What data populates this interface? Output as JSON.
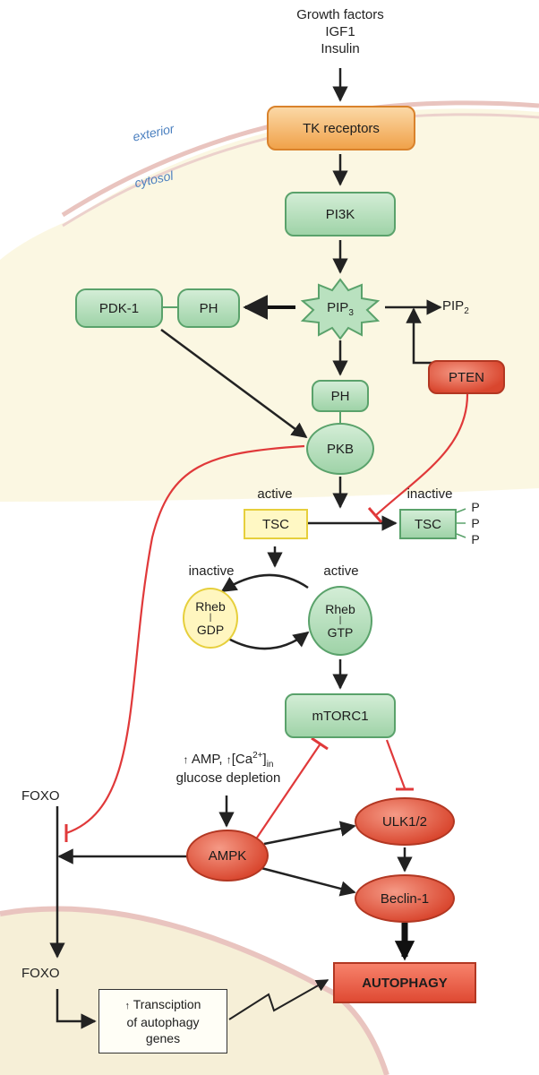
{
  "regions": {
    "exterior": "exterior",
    "cytosol": "cytosol"
  },
  "inputs": {
    "line1": "Growth factors",
    "line2": "IGF1",
    "line3": "Insulin"
  },
  "nodes": {
    "tk_receptors": "TK receptors",
    "pi3k": "PI3K",
    "pdk1": "PDK-1",
    "ph_pdk": "PH",
    "pip3_base": "PIP",
    "pip3_sub": "3",
    "pip2_base": "PIP",
    "pip2_sub": "2",
    "pten": "PTEN",
    "ph_pkb": "PH",
    "pkb": "PKB",
    "tsc_active": "TSC",
    "tsc_inactive": "TSC",
    "rheb_gdp_top": "Rheb",
    "rheb_gdp_bottom": "GDP",
    "rheb_gtp_top": "Rheb",
    "rheb_gtp_bottom": "GTP",
    "mtorc1": "mTORC1",
    "ulk": "ULK1/2",
    "beclin": "Beclin-1",
    "ampk": "AMPK",
    "autophagy": "AUTOPHAGY"
  },
  "labels": {
    "active_tsc": "active",
    "inactive_tsc": "inactive",
    "inactive_rheb": "inactive",
    "active_rheb": "active",
    "phospho": [
      "P",
      "P",
      "P"
    ],
    "amp_arrow": "↑",
    "amp_text": "AMP,",
    "ca_arrow": "↑",
    "ca_base": "[Ca",
    "ca_sup": "2+",
    "ca_close": "]",
    "ca_sub": "in",
    "glucose": "glucose depletion",
    "foxo_top": "FOXO",
    "foxo_bottom": "FOXO",
    "transcription_arrow": "↑",
    "transcription_line1": "Transciption",
    "transcription_line2": "of autophagy",
    "transcription_line3": "genes"
  }
}
